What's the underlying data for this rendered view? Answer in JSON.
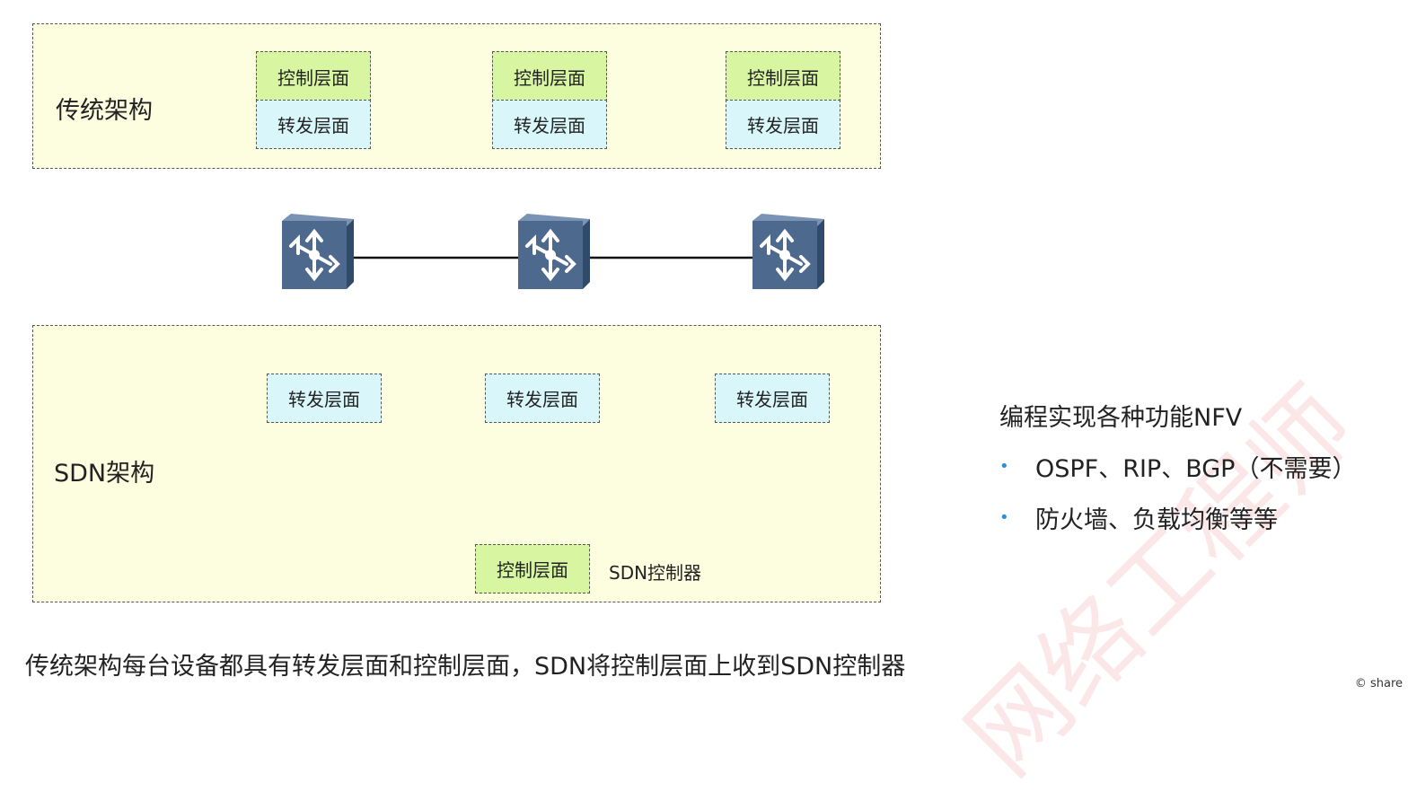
{
  "traditional": {
    "title": "传统架构",
    "devices": [
      {
        "control": "控制层面",
        "forward": "转发层面"
      },
      {
        "control": "控制层面",
        "forward": "转发层面"
      },
      {
        "control": "控制层面",
        "forward": "转发层面"
      }
    ]
  },
  "switches": [
    {
      "icon": "switch-icon"
    },
    {
      "icon": "switch-icon"
    },
    {
      "icon": "switch-icon"
    }
  ],
  "sdn": {
    "title": "SDN架构",
    "forward_planes": [
      "转发层面",
      "转发层面",
      "转发层面"
    ],
    "controller_plane": "控制层面",
    "controller_label": "SDN控制器"
  },
  "nfv": {
    "title": "编程实现各种功能NFV",
    "items": [
      "OSPF、RIP、BGP（不需要）",
      "防火墙、负载均衡等等"
    ]
  },
  "summary": "传统架构每台设备都具有转发层面和控制层面，SDN将控制层面上收到SDN控制器",
  "copyright": "© share",
  "colors": {
    "panel_bg": "#fdfde0",
    "control_bg": "#d8f5a2",
    "forward_bg": "#d9f7fb",
    "switch_body": "#4d6a8e",
    "bullet": "#2a8fd6"
  }
}
